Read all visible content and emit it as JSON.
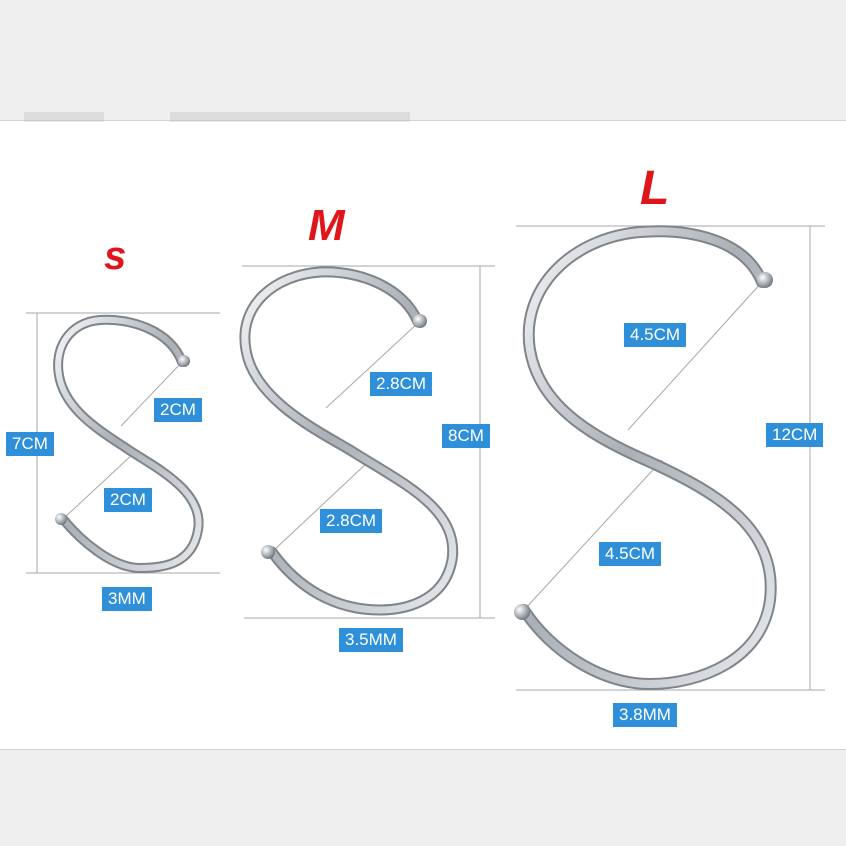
{
  "sizes": {
    "s": {
      "letter": "s",
      "height": "7CM",
      "upper_span": "2CM",
      "lower_span": "2CM",
      "wire": "3MM"
    },
    "m": {
      "letter": "M",
      "height": "8CM",
      "upper_span": "2.8CM",
      "lower_span": "2.8CM",
      "wire": "3.5MM"
    },
    "l": {
      "letter": "L",
      "height": "12CM",
      "upper_span": "4.5CM",
      "lower_span": "4.5CM",
      "wire": "3.8MM"
    }
  },
  "colors": {
    "letter": "#e0141b",
    "tag": "#2f8fd8",
    "tag_text": "#ffffff",
    "metal": "#c8ccd1",
    "guide": "#9a9a9a"
  }
}
